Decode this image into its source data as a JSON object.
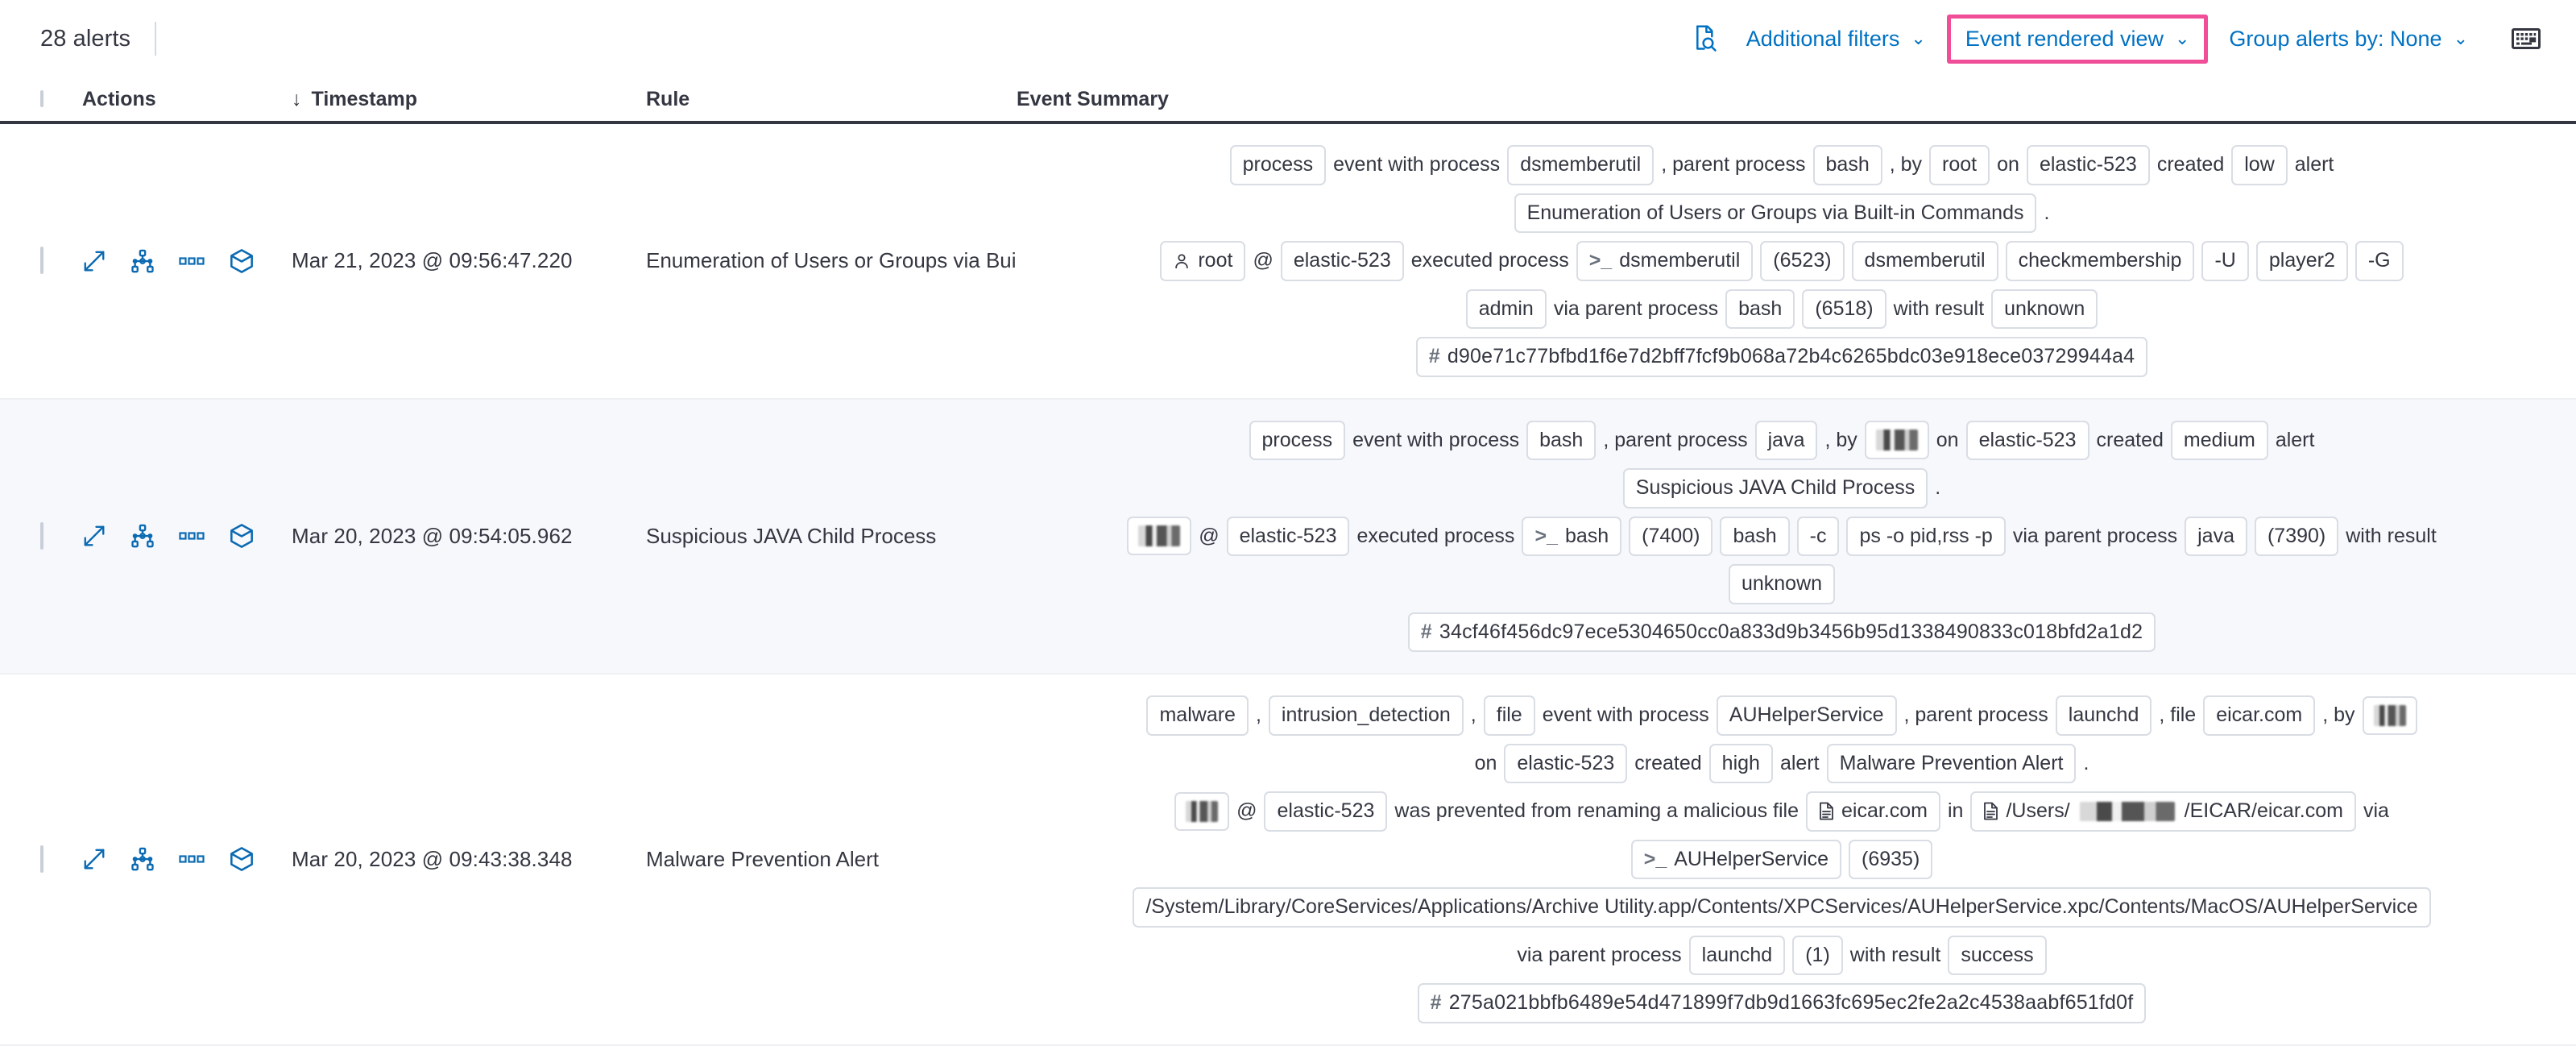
{
  "toolbar": {
    "alert_count": "28 alerts",
    "inspect_icon": "inspect-search-icon",
    "additional_filters": "Additional filters",
    "event_rendered_view": "Event rendered view",
    "group_alerts_by": "Group alerts by: None",
    "keyboard_icon": "keyboard-shortcuts-icon",
    "caret": "⌄",
    "highlight_color": "#f04e98",
    "link_color": "#0071c2"
  },
  "table": {
    "headers": {
      "actions": "Actions",
      "timestamp": "Timestamp",
      "sort_arrow": "↓",
      "rule": "Rule",
      "event_summary": "Event Summary"
    },
    "row_actions": [
      "expand-icon",
      "analyzer-icon",
      "more-actions-icon",
      "session-view-icon"
    ],
    "rows": [
      {
        "timestamp": "Mar 21, 2023 @ 09:56:47.220",
        "rule": "Enumeration of Users or Groups via Bui",
        "summary_lines": [
          [
            {
              "t": "chip",
              "v": "process"
            },
            {
              "t": "text",
              "v": "event with process"
            },
            {
              "t": "chip",
              "v": "dsmemberutil"
            },
            {
              "t": "text",
              "v": ", parent process"
            },
            {
              "t": "chip",
              "v": "bash"
            },
            {
              "t": "text",
              "v": ", by"
            },
            {
              "t": "chip",
              "v": "root"
            },
            {
              "t": "text",
              "v": "on"
            },
            {
              "t": "chip",
              "v": "elastic-523"
            },
            {
              "t": "text",
              "v": "created"
            },
            {
              "t": "chip",
              "v": "low"
            },
            {
              "t": "text",
              "v": "alert"
            }
          ],
          [
            {
              "t": "chip",
              "v": "Enumeration of Users or Groups via Built-in Commands"
            },
            {
              "t": "text",
              "v": "."
            }
          ],
          [
            {
              "t": "chip-user",
              "v": "root"
            },
            {
              "t": "text",
              "v": "@"
            },
            {
              "t": "chip",
              "v": "elastic-523"
            },
            {
              "t": "text",
              "v": "executed process"
            },
            {
              "t": "chip-proc",
              "v": "dsmemberutil"
            },
            {
              "t": "chip",
              "v": "(6523)"
            },
            {
              "t": "chip",
              "v": "dsmemberutil"
            },
            {
              "t": "chip",
              "v": "checkmembership"
            },
            {
              "t": "chip",
              "v": "-U"
            },
            {
              "t": "chip",
              "v": "player2"
            },
            {
              "t": "chip",
              "v": "-G"
            }
          ],
          [
            {
              "t": "chip",
              "v": "admin"
            },
            {
              "t": "text",
              "v": "via parent process"
            },
            {
              "t": "chip",
              "v": "bash"
            },
            {
              "t": "chip",
              "v": "(6518)"
            },
            {
              "t": "text",
              "v": "with result"
            },
            {
              "t": "chip",
              "v": "unknown"
            }
          ],
          [
            {
              "t": "chip-hash",
              "v": "d90e71c77bfbd1f6e7d2bff7fcf9b068a72b4c6265bdc03e918ece03729944a4"
            }
          ]
        ]
      },
      {
        "timestamp": "Mar 20, 2023 @ 09:54:05.962",
        "rule": "Suspicious JAVA Child Process",
        "summary_lines": [
          [
            {
              "t": "chip",
              "v": "process"
            },
            {
              "t": "text",
              "v": "event with process"
            },
            {
              "t": "chip",
              "v": "bash"
            },
            {
              "t": "text",
              "v": ", parent process"
            },
            {
              "t": "chip",
              "v": "java"
            },
            {
              "t": "text",
              "v": ", by"
            },
            {
              "t": "chip-redacted",
              "v": ""
            },
            {
              "t": "text",
              "v": "on"
            },
            {
              "t": "chip",
              "v": "elastic-523"
            },
            {
              "t": "text",
              "v": "created"
            },
            {
              "t": "chip",
              "v": "medium"
            },
            {
              "t": "text",
              "v": "alert"
            }
          ],
          [
            {
              "t": "chip",
              "v": "Suspicious JAVA Child Process"
            },
            {
              "t": "text",
              "v": "."
            }
          ],
          [
            {
              "t": "chip-redacted",
              "v": ""
            },
            {
              "t": "text",
              "v": "@"
            },
            {
              "t": "chip",
              "v": "elastic-523"
            },
            {
              "t": "text",
              "v": "executed process"
            },
            {
              "t": "chip-proc",
              "v": "bash"
            },
            {
              "t": "chip",
              "v": "(7400)"
            },
            {
              "t": "chip",
              "v": "bash"
            },
            {
              "t": "chip",
              "v": "-c"
            },
            {
              "t": "chip",
              "v": "ps -o pid,rss -p"
            },
            {
              "t": "text",
              "v": "via parent process"
            },
            {
              "t": "chip",
              "v": "java"
            },
            {
              "t": "chip",
              "v": "(7390)"
            },
            {
              "t": "text",
              "v": "with result"
            }
          ],
          [
            {
              "t": "chip",
              "v": "unknown"
            }
          ],
          [
            {
              "t": "chip-hash",
              "v": "34cf46f456dc97ece5304650cc0a833d9b3456b95d1338490833c018bfd2a1d2"
            }
          ]
        ]
      },
      {
        "timestamp": "Mar 20, 2023 @ 09:43:38.348",
        "rule": "Malware Prevention Alert",
        "summary_lines": [
          [
            {
              "t": "chip",
              "v": "malware"
            },
            {
              "t": "text",
              "v": ","
            },
            {
              "t": "chip",
              "v": "intrusion_detection"
            },
            {
              "t": "text",
              "v": ","
            },
            {
              "t": "chip",
              "v": "file"
            },
            {
              "t": "text",
              "v": "event with process"
            },
            {
              "t": "chip",
              "v": "AUHelperService"
            },
            {
              "t": "text",
              "v": ", parent process"
            },
            {
              "t": "chip",
              "v": "launchd"
            },
            {
              "t": "text",
              "v": ", file"
            },
            {
              "t": "chip",
              "v": "eicar.com"
            },
            {
              "t": "text",
              "v": ", by"
            },
            {
              "t": "chip-redacted",
              "v": ""
            }
          ],
          [
            {
              "t": "text",
              "v": "on"
            },
            {
              "t": "chip",
              "v": "elastic-523"
            },
            {
              "t": "text",
              "v": "created"
            },
            {
              "t": "chip",
              "v": "high"
            },
            {
              "t": "text",
              "v": "alert"
            },
            {
              "t": "chip",
              "v": "Malware Prevention Alert"
            },
            {
              "t": "text",
              "v": "."
            }
          ],
          [
            {
              "t": "chip-redacted",
              "v": ""
            },
            {
              "t": "text",
              "v": "@"
            },
            {
              "t": "chip",
              "v": "elastic-523"
            },
            {
              "t": "text",
              "v": "was prevented from renaming a malicious file"
            },
            {
              "t": "chip-file",
              "v": "eicar.com"
            },
            {
              "t": "text",
              "v": "in"
            },
            {
              "t": "chip-file-redacted",
              "v": "/Users/|/EICAR/eicar.com"
            },
            {
              "t": "text",
              "v": "via"
            }
          ],
          [
            {
              "t": "chip-proc",
              "v": "AUHelperService"
            },
            {
              "t": "chip",
              "v": "(6935)"
            }
          ],
          [
            {
              "t": "chip",
              "v": "/System/Library/CoreServices/Applications/Archive Utility.app/Contents/XPCServices/AUHelperService.xpc/Contents/MacOS/AUHelperService"
            }
          ],
          [
            {
              "t": "text",
              "v": "via parent process"
            },
            {
              "t": "chip",
              "v": "launchd"
            },
            {
              "t": "chip",
              "v": "(1)"
            },
            {
              "t": "text",
              "v": "with result"
            },
            {
              "t": "chip",
              "v": "success"
            }
          ],
          [
            {
              "t": "chip-hash",
              "v": "275a021bbfb6489e54d471899f7db9d1663fc695ec2fe2a2c4538aabf651fd0f"
            }
          ]
        ]
      }
    ]
  }
}
